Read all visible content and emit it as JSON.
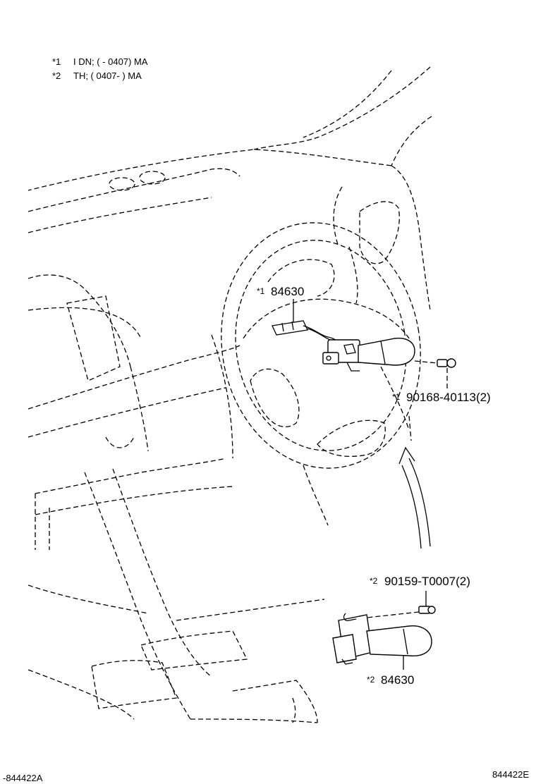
{
  "notes": [
    {
      "star": "*1",
      "text": "I DN; (        - 0407) MA"
    },
    {
      "star": "*2",
      "text": "TH; ( 0407-          ) MA"
    }
  ],
  "callouts": {
    "switch_upper": {
      "star": "*1",
      "part": "84630"
    },
    "screw_upper": {
      "star": "*1",
      "part": "90168-40113(2)"
    },
    "screw_lower": {
      "star": "*2",
      "part": "90159-T0007(2)"
    },
    "switch_lower": {
      "star": "*2",
      "part": "84630"
    }
  },
  "footer": {
    "left": "-844422A",
    "right": "844422E"
  }
}
